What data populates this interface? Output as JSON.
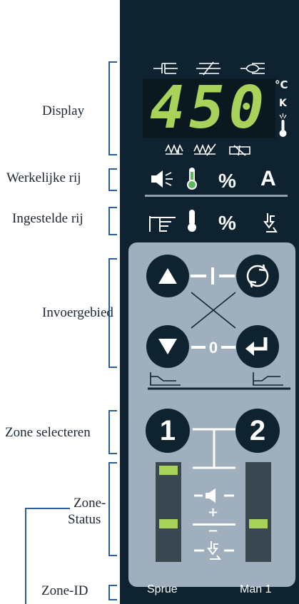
{
  "callouts": {
    "display": "Display",
    "actual_row": "Werkelijke rij",
    "set_row": "Ingestelde rij",
    "input_area": "Invoergebied",
    "zone_select": "Zone selecteren",
    "zone_status_line1": "Zone-",
    "zone_status_line2": "Status",
    "zone_id": "Zone-ID"
  },
  "display": {
    "value": "450",
    "unit_c": "°C",
    "unit_k": "K"
  },
  "actual_row": {
    "percent": "%",
    "amp": "A"
  },
  "set_row": {
    "percent": "%"
  },
  "input_area": {
    "separator_top": "-I-",
    "separator_bottom": "-0-"
  },
  "zones": {
    "zone1": "1",
    "zone2": "2",
    "plus": "+",
    "minus": "−",
    "zone1_name": "Sprue",
    "zone2_name": "Man 1"
  },
  "colors": {
    "panel": "#0f2230",
    "led_green": "#a8d25a",
    "input_panel": "#9fafbd",
    "bracket": "#2b5e9a"
  }
}
